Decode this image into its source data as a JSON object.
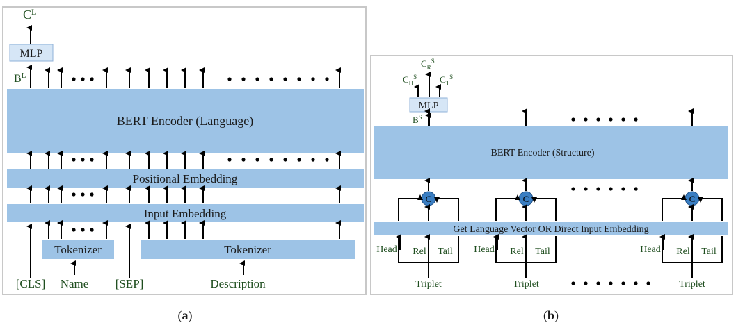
{
  "panel_a": {
    "caption": "(a)",
    "output_label": "C",
    "output_sup": "L",
    "hidden_label": "B",
    "hidden_sup": "L",
    "mlp_label": "MLP",
    "encoder_label": "BERT Encoder (Language)",
    "positional_label": "Positional Embedding",
    "input_label": "Input Embedding",
    "tokenizer_left_label": "Tokenizer",
    "tokenizer_right_label": "Tokenizer",
    "inputs": [
      "[CLS]",
      "Name",
      "[SEP]",
      "Description"
    ]
  },
  "panel_b": {
    "caption": "(b)",
    "out_h": "C",
    "out_h_sub": "H",
    "out_h_sup": "S",
    "out_r": "C",
    "out_r_sub": "R",
    "out_r_sup": "S",
    "out_t": "C",
    "out_t_sub": "T",
    "out_t_sup": "S",
    "mlp_label": "MLP",
    "hidden_label": "B",
    "hidden_sup": "S",
    "encoder_label": "BERT Encoder (Structure)",
    "concat_symbol": "C",
    "get_vector_label": "Get Language Vector OR Direct Input Embedding",
    "triple_parts": [
      "Head",
      "Rel",
      "Tail"
    ],
    "triplet_label": "Triplet"
  },
  "colors": {
    "block_fill": "#9dc3e6",
    "block_light": "#d6e6f6",
    "concat_fill": "#3a7ec2",
    "label_green": "#1f4e1f"
  }
}
